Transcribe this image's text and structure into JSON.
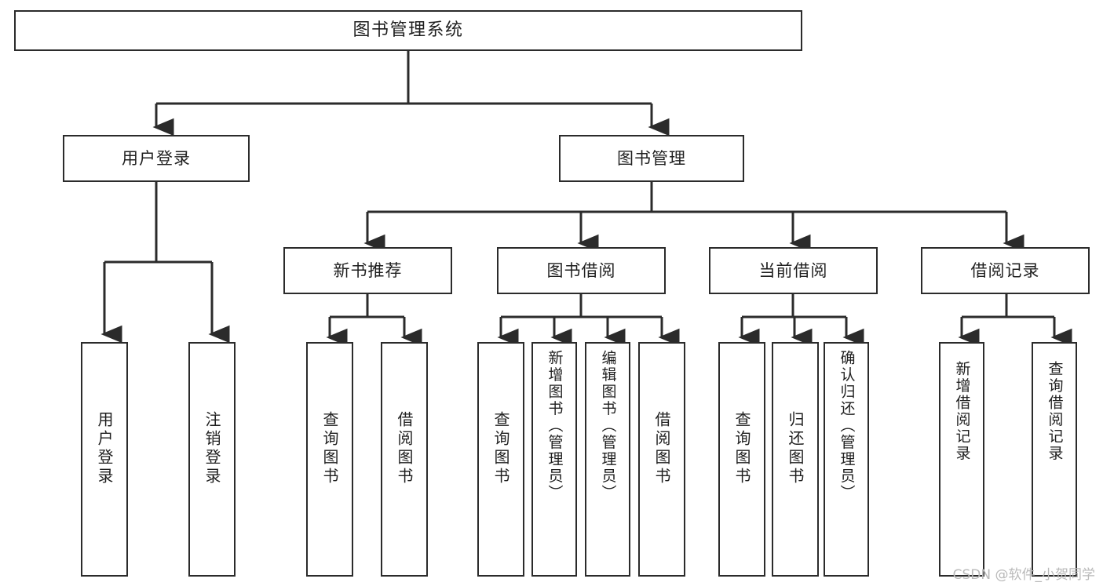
{
  "diagram": {
    "type": "tree",
    "title": "图书管理系统",
    "root": {
      "id": "root",
      "label": "图书管理系统"
    },
    "level2": [
      {
        "id": "user-login",
        "label": "用户登录"
      },
      {
        "id": "book-manage",
        "label": "图书管理"
      }
    ],
    "level3": [
      {
        "id": "new-book-rec",
        "label": "新书推荐",
        "parent": "book-manage"
      },
      {
        "id": "book-borrow",
        "label": "图书借阅",
        "parent": "book-manage"
      },
      {
        "id": "current-borrow",
        "label": "当前借阅",
        "parent": "book-manage"
      },
      {
        "id": "borrow-record",
        "label": "借阅记录",
        "parent": "book-manage"
      }
    ],
    "leaves": [
      {
        "id": "leaf-user-login",
        "label": "用户登录",
        "parent": "user-login"
      },
      {
        "id": "leaf-user-logout",
        "label": "注销登录",
        "parent": "user-login"
      },
      {
        "id": "leaf-query-book-1",
        "label": "查询图书",
        "parent": "new-book-rec"
      },
      {
        "id": "leaf-borrow-book-1",
        "label": "借阅图书",
        "parent": "new-book-rec"
      },
      {
        "id": "leaf-query-book-2",
        "label": "查询图书",
        "parent": "book-borrow"
      },
      {
        "id": "leaf-add-book",
        "label": "新增图书（管理员）",
        "parent": "book-borrow"
      },
      {
        "id": "leaf-edit-book",
        "label": "编辑图书（管理员）",
        "parent": "book-borrow"
      },
      {
        "id": "leaf-borrow-book-2",
        "label": "借阅图书",
        "parent": "book-borrow"
      },
      {
        "id": "leaf-query-book-3",
        "label": "查询图书",
        "parent": "current-borrow"
      },
      {
        "id": "leaf-return-book",
        "label": "归还图书",
        "parent": "current-borrow"
      },
      {
        "id": "leaf-confirm-return",
        "label": "确认归还（管理员）",
        "parent": "current-borrow"
      },
      {
        "id": "leaf-add-record",
        "label": "新增借阅记录",
        "parent": "borrow-record"
      },
      {
        "id": "leaf-query-record",
        "label": "查询借阅记录",
        "parent": "borrow-record"
      }
    ]
  },
  "watermark": {
    "text": "CSDN @软件_小贺同学"
  },
  "colors": {
    "box_border": "#2b2b2b",
    "box_fill": "#ffffff",
    "connector": "#2b2b2b",
    "text": "#1f1f1f",
    "watermark": "#b9b9b9",
    "background": "#ffffff"
  }
}
